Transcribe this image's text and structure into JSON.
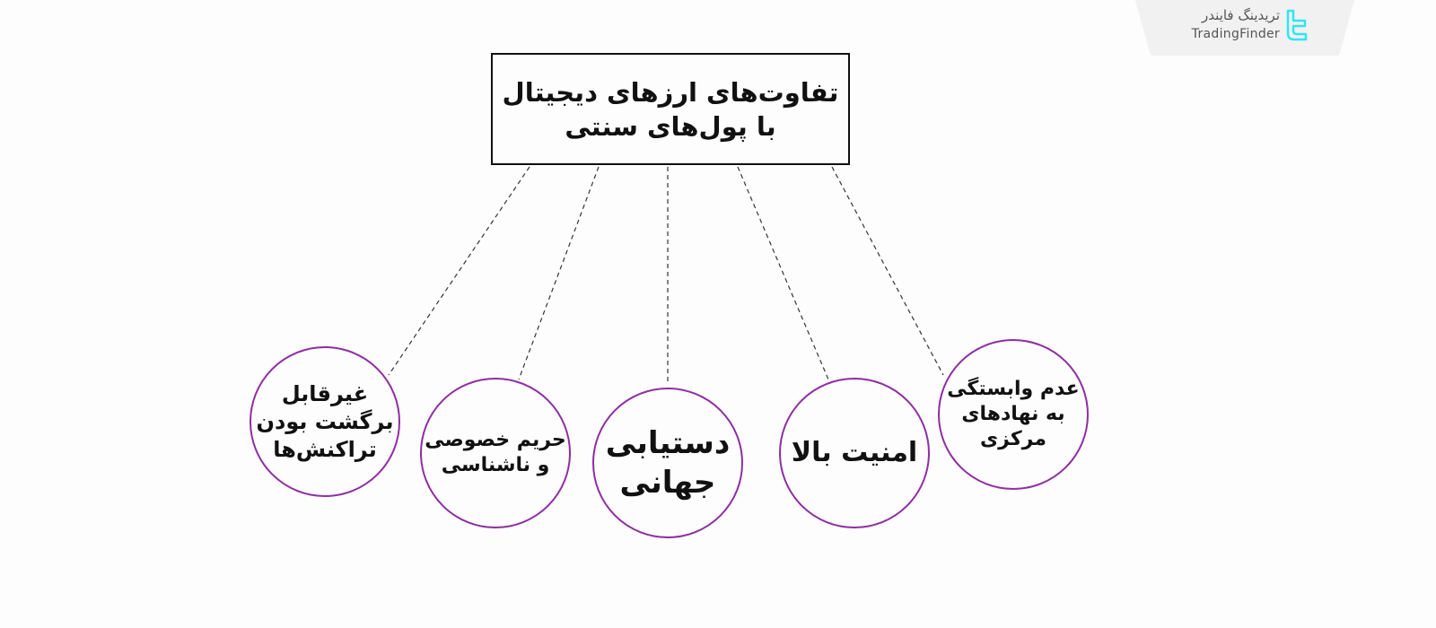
{
  "brand": {
    "name_fa": "تریدینگ فایندر",
    "name_en": "TradingFinder",
    "icon": "tradingfinder-logo-icon",
    "icon_color": "#2ee6f0"
  },
  "diagram": {
    "title": "تفاوت‌های ارزهای دیجیتال با پول‌های سنتی",
    "title_lines": [
      "تفاوت‌های ارزهای دیجیتال",
      "با پول‌های سنتی"
    ],
    "node_border_color": "#8e2ea3",
    "connector_style": "dashed",
    "nodes": [
      {
        "label": "غیرقابل برگشت بودن تراکنش‌ها",
        "lines": [
          "غیرقابل",
          "برگشت بودن",
          "تراکنش‌ها"
        ]
      },
      {
        "label": "حریم خصوصی و ناشناسی",
        "lines": [
          "حریم خصوصی",
          "و ناشناسی"
        ]
      },
      {
        "label": "دستیابی جهانی",
        "lines": [
          "دستیابی",
          "جهانی"
        ]
      },
      {
        "label": "امنیت بالا",
        "lines": [
          "امنیت بالا"
        ]
      },
      {
        "label": "عدم وابستگی به نهادهای مرکزی",
        "lines": [
          "عدم وابستگی",
          "به نهادهای",
          "مرکزی"
        ]
      }
    ]
  }
}
